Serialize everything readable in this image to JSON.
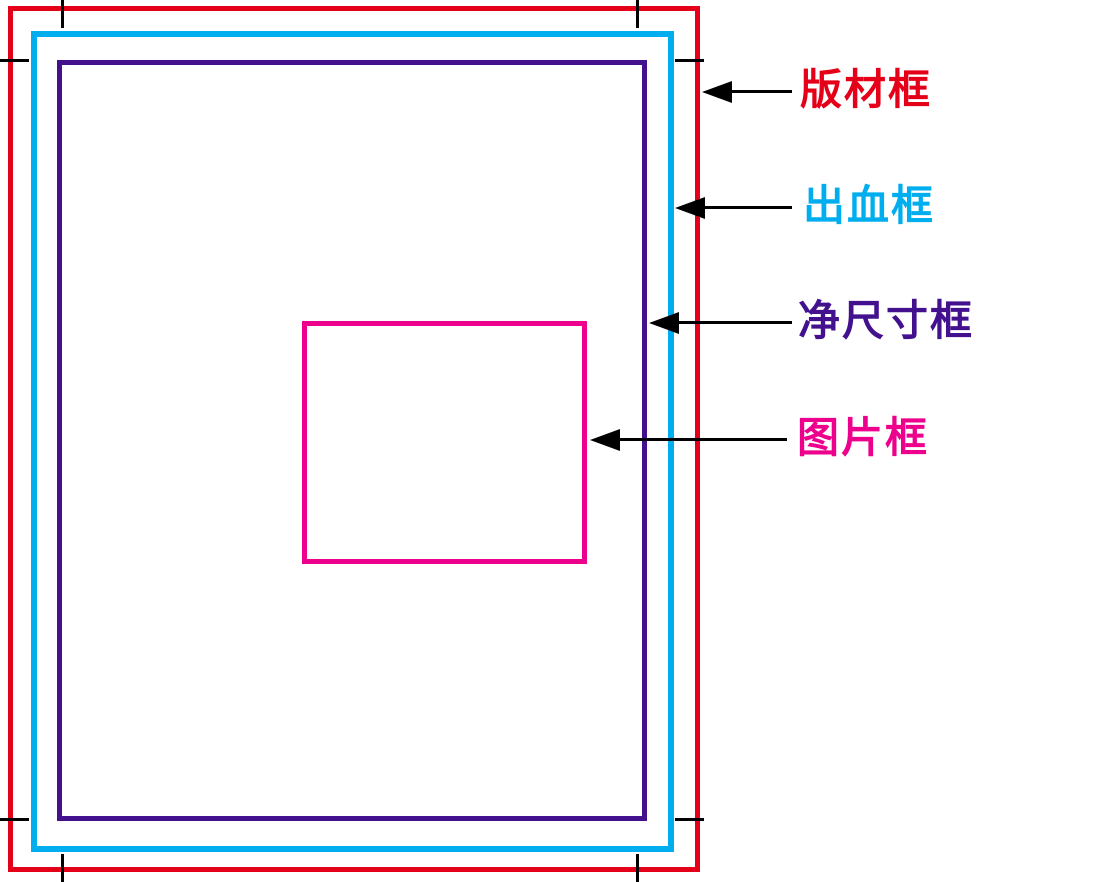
{
  "diagram": {
    "title": "print-layout-frames-diagram",
    "labels": {
      "plate": "版材框",
      "bleed": "出血框",
      "trim": "净尺寸框",
      "picture": "图片框"
    },
    "colors": {
      "plate": "#e50019",
      "bleed": "#00aeef",
      "trim": "#43108e",
      "picture": "#ec008c",
      "arrow": "#000000",
      "background": "#ffffff"
    }
  }
}
